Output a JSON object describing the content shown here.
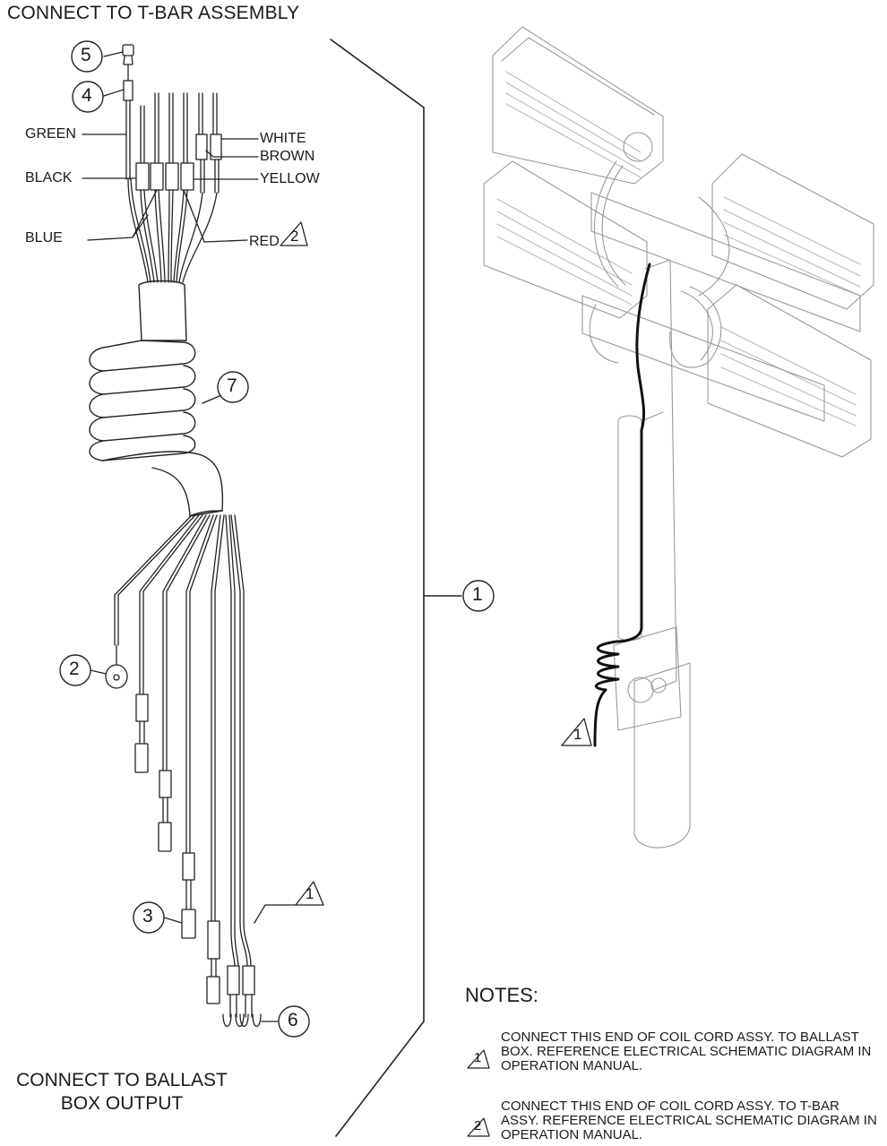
{
  "diagram": {
    "title_top": "CONNECT TO T-BAR ASSEMBLY",
    "title_bottom_line1": "CONNECT TO BALLAST",
    "title_bottom_line2": "BOX OUTPUT",
    "wire_labels": {
      "green": "GREEN",
      "black": "BLACK",
      "blue": "BLUE",
      "white": "WHITE",
      "brown": "BROWN",
      "yellow": "YELLOW",
      "red": "RED"
    },
    "callouts": {
      "c1": "1",
      "c2": "2",
      "c3": "3",
      "c4": "4",
      "c5": "5",
      "c6": "6",
      "c7": "7"
    },
    "flags": {
      "f1": "1",
      "f2": "2"
    },
    "notes": {
      "heading": "NOTES:",
      "note1_marker": "1",
      "note1_text": "CONNECT THIS END OF COIL CORD ASSY. TO BALLAST BOX. REFERENCE ELECTRICAL SCHEMATIC DIAGRAM IN OPERATION MANUAL.",
      "note2_marker": "2",
      "note2_text": "CONNECT THIS END OF COIL CORD ASSY. TO T-BAR ASSY. REFERENCE ELECTRICAL SCHEMATIC DIAGRAM IN OPERATION MANUAL."
    }
  }
}
